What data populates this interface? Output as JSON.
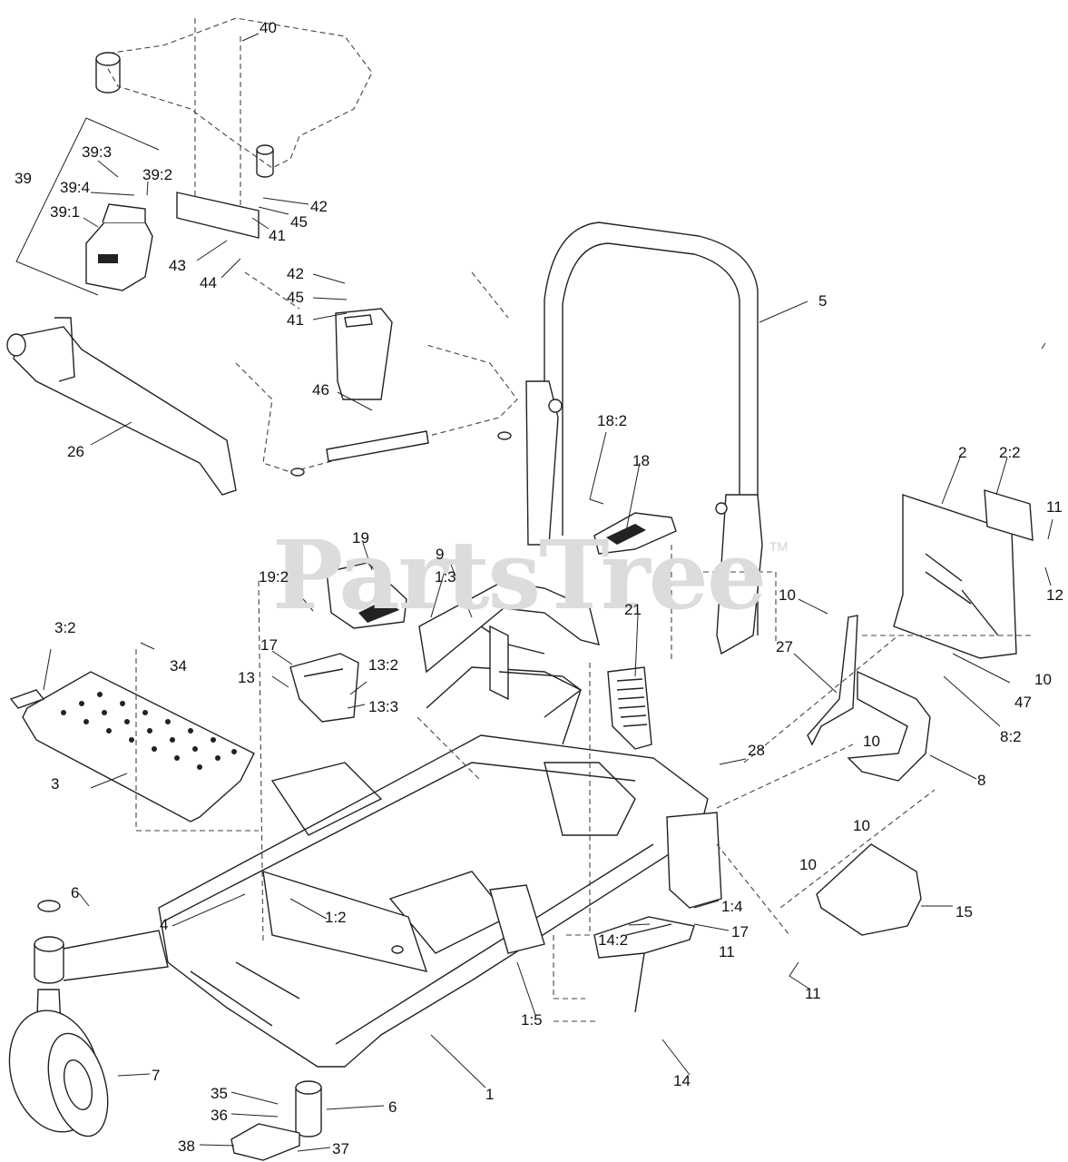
{
  "watermark": {
    "text": "PartsTree",
    "mark": "TM"
  },
  "labels": [
    "40",
    "39:3",
    "39",
    "39:4",
    "39:2",
    "39:1",
    "42",
    "45",
    "41",
    "43",
    "44",
    "42",
    "45",
    "41",
    "5",
    "46",
    "26",
    "18:2",
    "18",
    "2",
    "2:2",
    "11",
    "12",
    "19",
    "19:2",
    "9",
    "21",
    "10",
    "27",
    "10",
    "34",
    "3:2",
    "17",
    "13",
    "13:2",
    "13:3",
    "1:3",
    "47",
    "8:2",
    "28",
    "10",
    "3",
    "8",
    "10",
    "10",
    "15",
    "6",
    "1:4",
    "11",
    "4",
    "1:2",
    "11",
    "14:2",
    "17",
    "1:5",
    "7",
    "14",
    "1",
    "35",
    "36",
    "6",
    "38",
    "37"
  ]
}
